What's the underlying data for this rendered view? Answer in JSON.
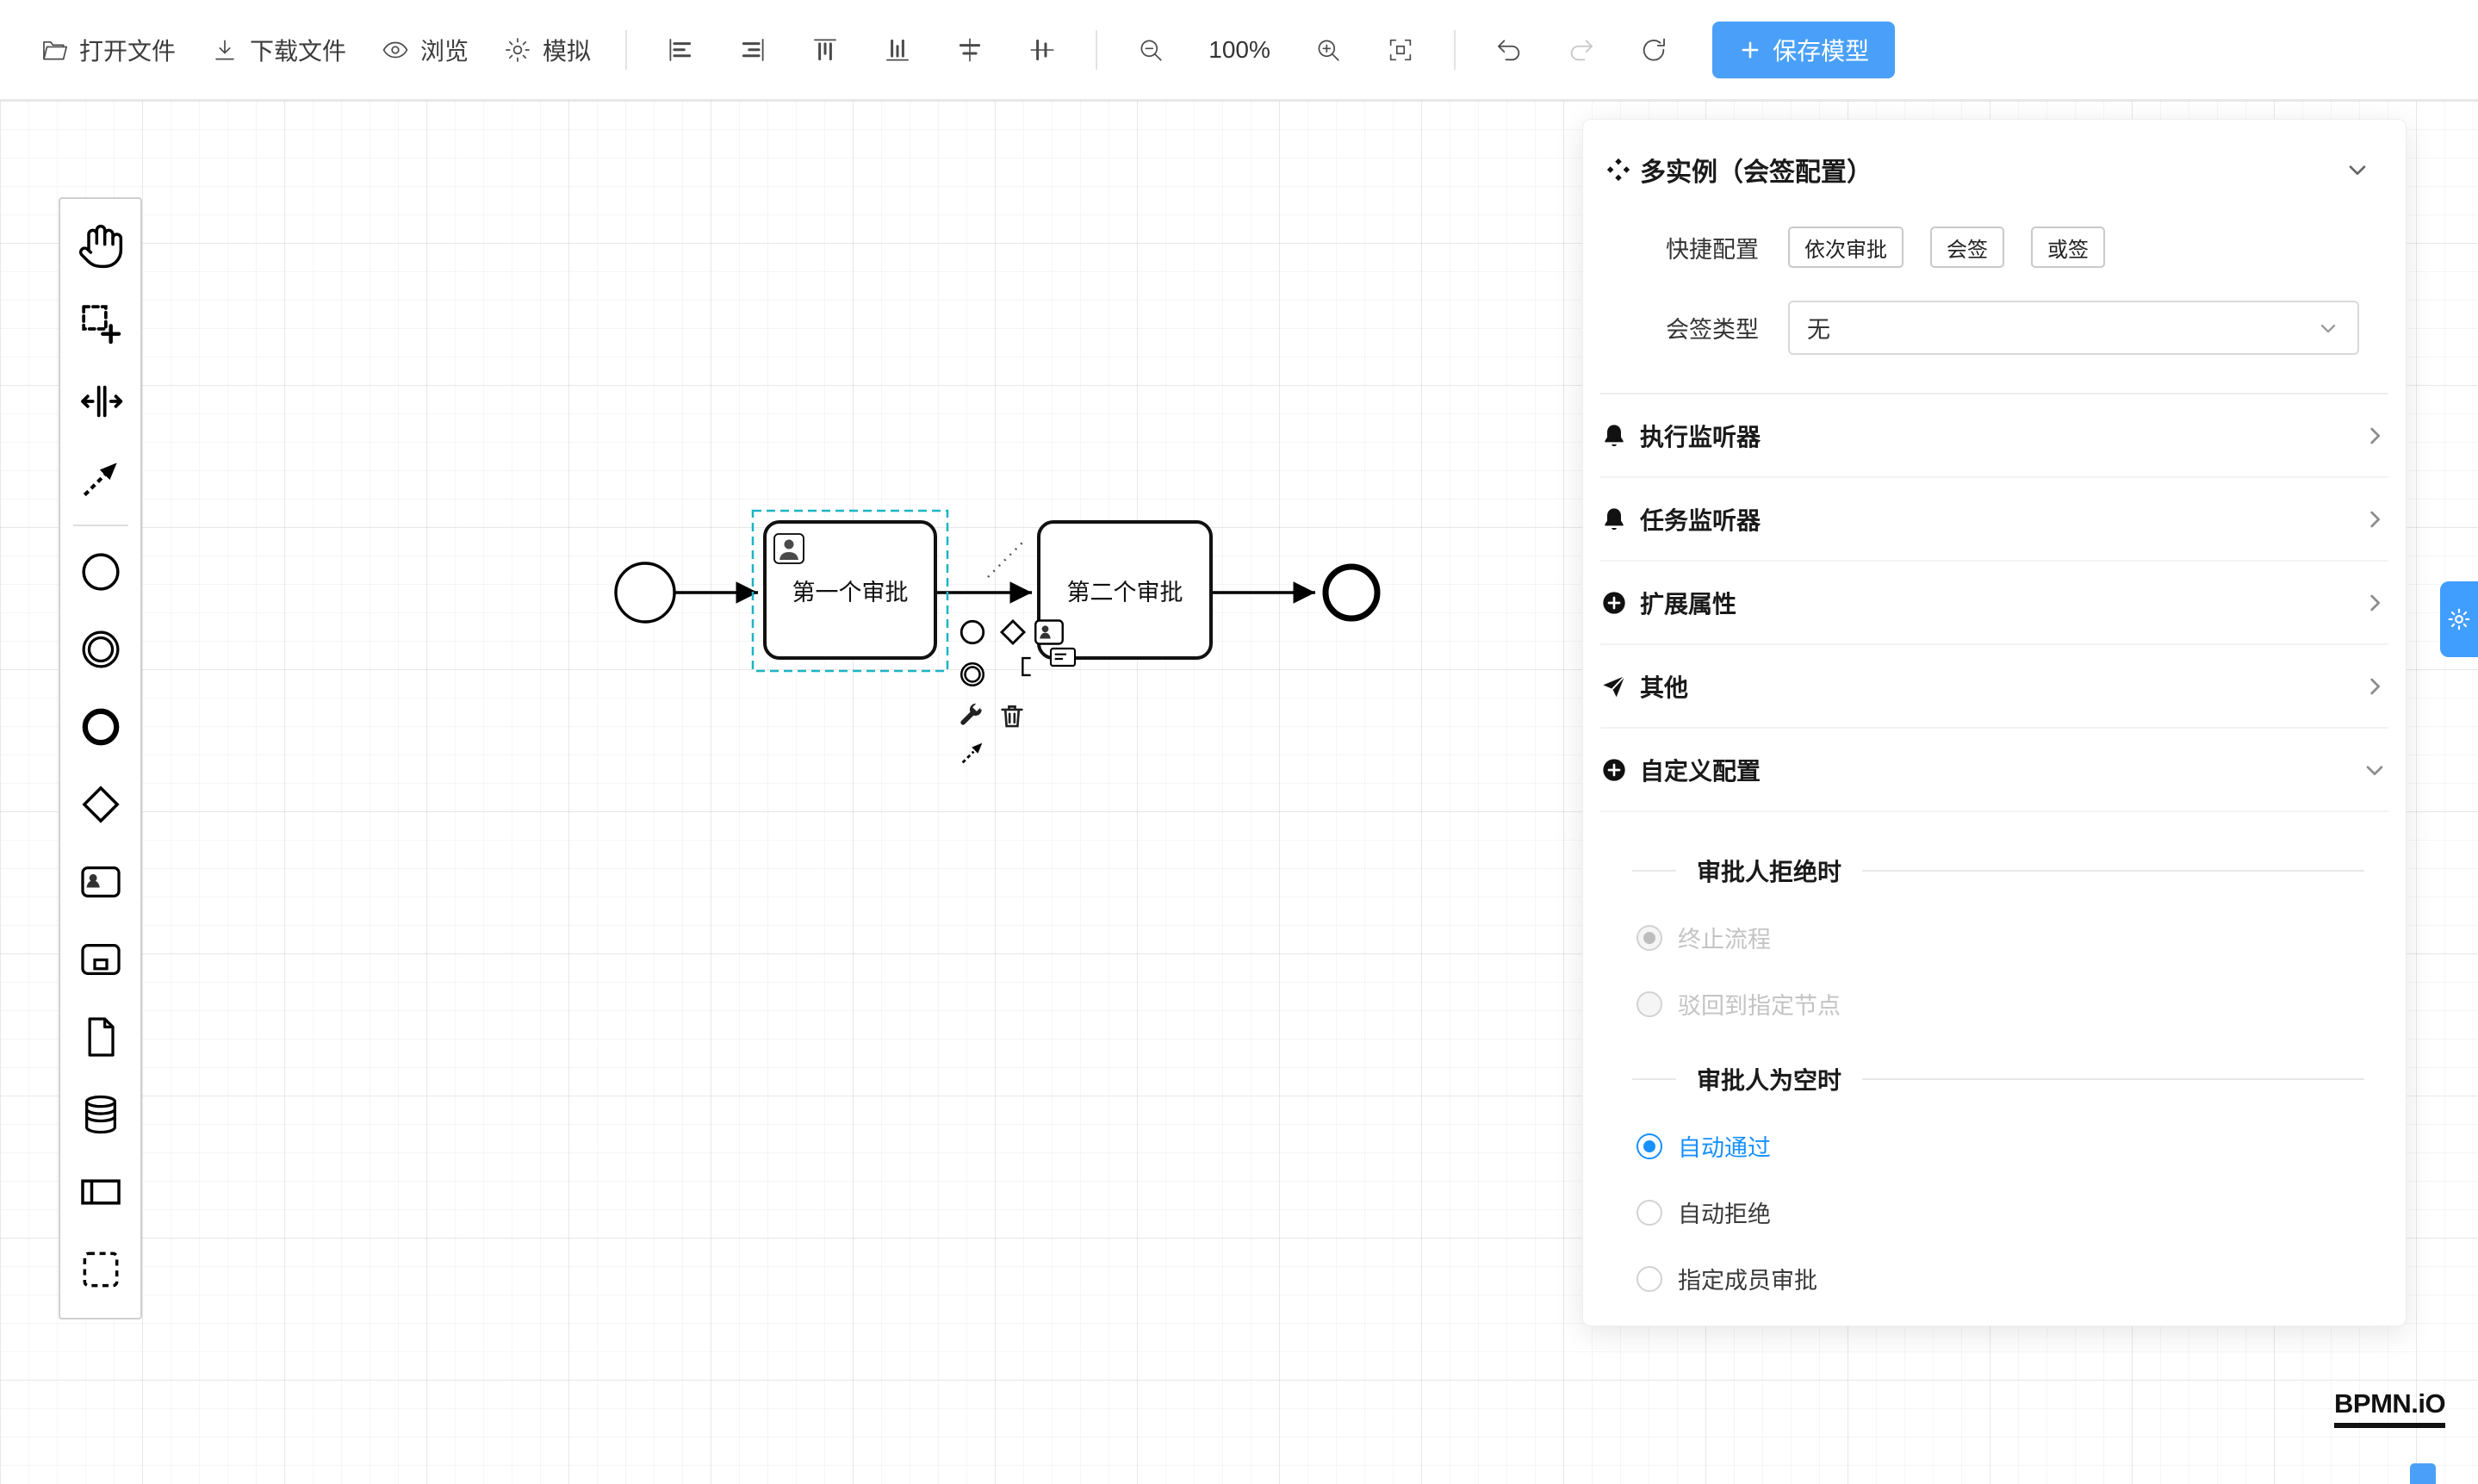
{
  "toolbar": {
    "open_file": "打开文件",
    "download_file": "下载文件",
    "browse": "浏览",
    "simulate": "模拟",
    "zoom_level": "100%",
    "save_model": "保存模型"
  },
  "palette": {
    "tools": [
      "hand-tool",
      "lasso-tool",
      "space-tool",
      "global-connect-tool"
    ],
    "elements": [
      "start-event",
      "intermediate-event",
      "end-event",
      "gateway",
      "user-task",
      "call-activity",
      "file",
      "data-store",
      "participant",
      "group"
    ]
  },
  "diagram": {
    "nodes": [
      {
        "type": "start-event"
      },
      {
        "type": "user-task",
        "label": "第一个审批",
        "selected": true
      },
      {
        "type": "user-task",
        "label": "第二个审批"
      },
      {
        "type": "end-event"
      }
    ]
  },
  "panel": {
    "title": "多实例（会签配置）",
    "quick_config_label": "快捷配置",
    "quick_options": [
      "依次审批",
      "会签",
      "或签"
    ],
    "sign_type_label": "会签类型",
    "sign_type_value": "无",
    "sections": [
      {
        "label": "执行监听器",
        "icon": "bell-icon"
      },
      {
        "label": "任务监听器",
        "icon": "bell-icon"
      },
      {
        "label": "扩展属性",
        "icon": "plus-circle-icon"
      },
      {
        "label": "其他",
        "icon": "paper-plane-icon"
      },
      {
        "label": "自定义配置",
        "icon": "plus-circle-icon"
      }
    ],
    "reject_title": "审批人拒绝时",
    "reject_options": [
      {
        "label": "终止流程",
        "selected": true,
        "disabled": true
      },
      {
        "label": "驳回到指定节点",
        "selected": false,
        "disabled": true
      }
    ],
    "empty_title": "审批人为空时",
    "empty_options": [
      {
        "label": "自动通过",
        "selected": true,
        "disabled": false
      },
      {
        "label": "自动拒绝",
        "selected": false,
        "disabled": false
      },
      {
        "label": "指定成员审批",
        "selected": false,
        "disabled": false
      }
    ]
  },
  "logo": "BPMN.iO",
  "colors": {
    "primary": "#4AA0F8",
    "radio_active": "#1890FF",
    "selection_outline": "#1CB5C4"
  },
  "icons": {
    "toolbar": [
      "folder-open-icon",
      "download-icon",
      "eye-icon",
      "gear-icon",
      "align-left-icon",
      "align-right-icon",
      "align-top-icon",
      "align-bottom-icon",
      "align-center-horizontal-icon",
      "align-center-vertical-icon",
      "zoom-out-icon",
      "zoom-in-icon",
      "fit-view-icon",
      "undo-icon",
      "redo-icon",
      "refresh-icon",
      "plus-icon"
    ],
    "palette": [
      "hand-tool-icon",
      "lasso-tool-icon",
      "space-tool-icon",
      "global-connect-icon",
      "start-event-icon",
      "intermediate-event-icon",
      "end-event-icon",
      "gateway-icon",
      "user-task-icon",
      "call-activity-icon",
      "file-icon",
      "data-store-icon",
      "participant-icon",
      "group-icon"
    ],
    "panel": [
      "multi-instance-icon",
      "bell-icon",
      "plus-circle-icon",
      "paper-plane-icon",
      "chevron-down-icon",
      "chevron-right-icon",
      "gear-icon"
    ]
  }
}
